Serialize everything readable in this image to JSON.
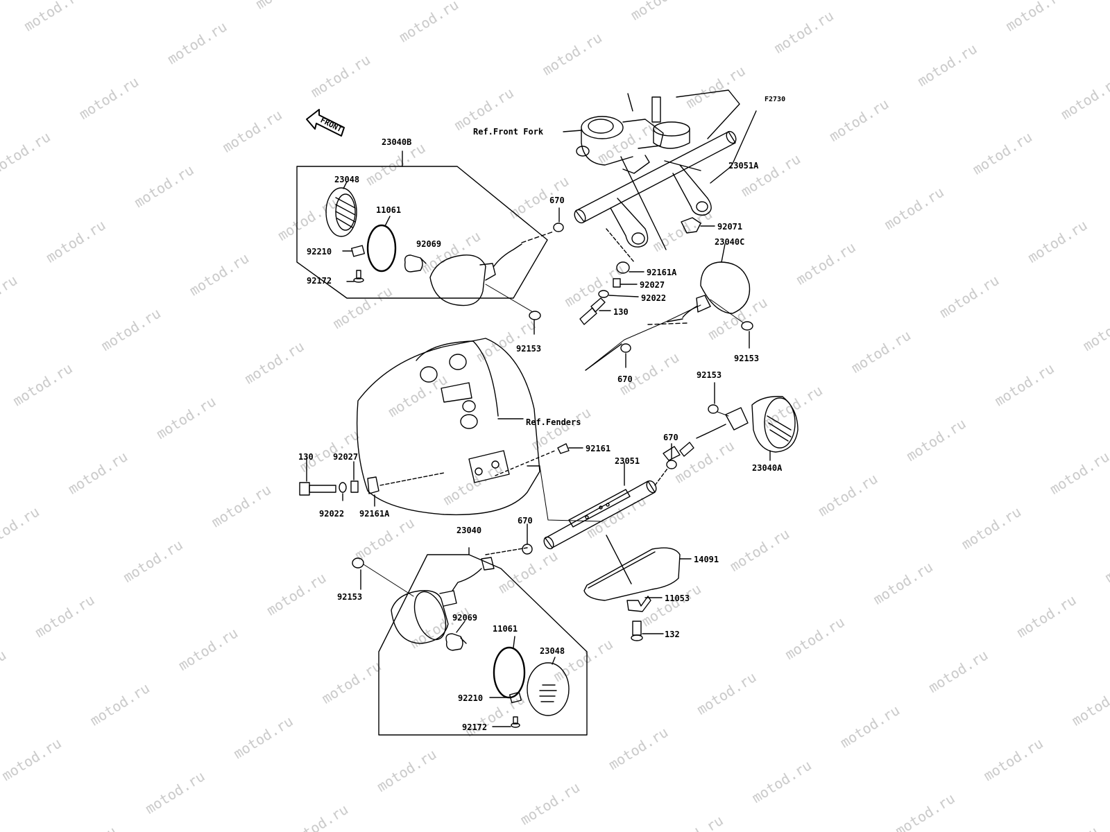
{
  "watermark": {
    "text": "motod.ru",
    "color": "#c9c9c9"
  },
  "figure_code": "F2730",
  "front_arrow": {
    "text": "FRONT"
  },
  "references": {
    "front_fork": "Ref.Front Fork",
    "fenders": "Ref.Fenders"
  },
  "parts": {
    "p_23040B": "23040B",
    "p_23048_top": "23048",
    "p_11061_top": "11061",
    "p_92069_top": "92069",
    "p_92210_top": "92210",
    "p_92172_top": "92172",
    "p_670_top": "670",
    "p_92153_top": "92153",
    "p_23051A": "23051A",
    "p_92071": "92071",
    "p_23040C": "23040C",
    "p_92161A_top": "92161A",
    "p_92027_top": "92027",
    "p_92022_top": "92022",
    "p_130_top": "130",
    "p_92153_right": "92153",
    "p_670_mid": "670",
    "p_92153_r2": "92153",
    "p_23040A": "23040A",
    "p_670_right": "670",
    "p_92161": "92161",
    "p_23051": "23051",
    "p_130_left": "130",
    "p_92027_left": "92027",
    "p_92022_left": "92022",
    "p_92161A_left": "92161A",
    "p_23040": "23040",
    "p_670_bot": "670",
    "p_14091": "14091",
    "p_92153_bot": "92153",
    "p_11053": "11053",
    "p_92069_bot": "92069",
    "p_11061_bot": "11061",
    "p_132": "132",
    "p_23048_bot": "23048",
    "p_92210_bot": "92210",
    "p_92172_bot": "92172"
  }
}
